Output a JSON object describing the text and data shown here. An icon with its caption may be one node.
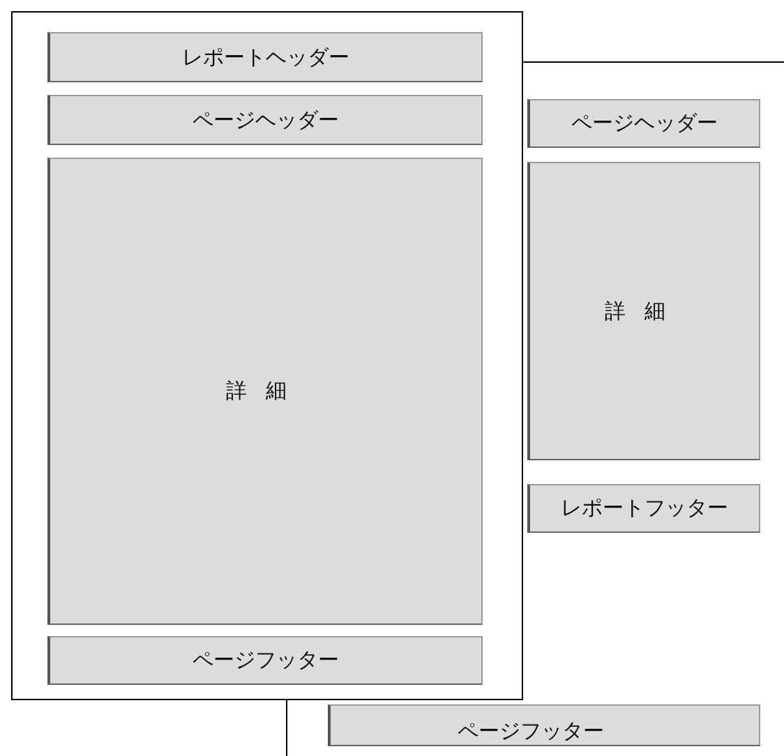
{
  "diagram": {
    "nodes": [
      {
        "text": [],
        "shape": "box"
      },
      {
        "text": [
          "レポートヘッダー"
        ],
        "in": 0
      },
      {
        "text": [
          "ページヘッダー"
        ],
        "in": 0
      },
      {
        "text": [
          "詳細"
        ],
        "in": 0
      },
      {
        "text": [
          "ページフッター"
        ],
        "in": 0
      },
      {
        "text": [],
        "shape": "box"
      },
      {
        "text": [
          "ページヘッダー"
        ],
        "in": 5
      },
      {
        "text": [
          "詳細"
        ],
        "in": 5
      },
      {
        "text": [
          "レポートフッター"
        ],
        "in": 5
      },
      {
        "text": [
          "ページフッター"
        ],
        "in": 5
      }
    ]
  }
}
